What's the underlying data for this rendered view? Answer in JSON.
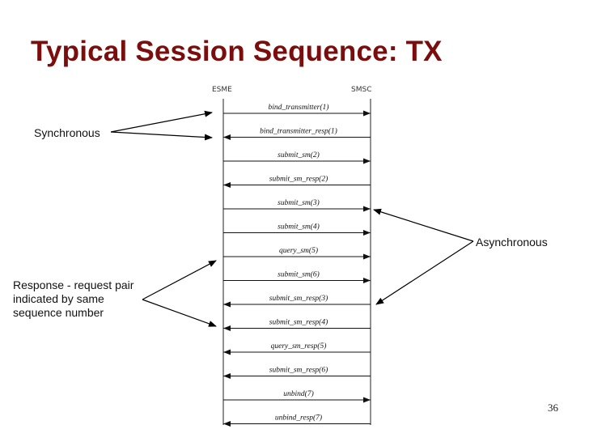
{
  "slide": {
    "title": "Typical Session Sequence: TX",
    "page_number": "36"
  },
  "diagram": {
    "left_lifeline": "ESME",
    "right_lifeline": "SMSC",
    "messages": [
      {
        "label": "bind_transmitter(1)",
        "direction": "to-right"
      },
      {
        "label": "bind_transmitter_resp(1)",
        "direction": "to-left"
      },
      {
        "label": "submit_sm(2)",
        "direction": "to-right"
      },
      {
        "label": "submit_sm_resp(2)",
        "direction": "to-left"
      },
      {
        "label": "submit_sm(3)",
        "direction": "to-right"
      },
      {
        "label": "submit_sm(4)",
        "direction": "to-right"
      },
      {
        "label": "query_sm(5)",
        "direction": "to-right"
      },
      {
        "label": "submit_sm(6)",
        "direction": "to-right"
      },
      {
        "label": "submit_sm_resp(3)",
        "direction": "to-left"
      },
      {
        "label": "submit_sm_resp(4)",
        "direction": "to-left"
      },
      {
        "label": "query_sm_resp(5)",
        "direction": "to-left"
      },
      {
        "label": "submit_sm_resp(6)",
        "direction": "to-left"
      },
      {
        "label": "unbind(7)",
        "direction": "to-right"
      },
      {
        "label": "unbind_resp(7)",
        "direction": "to-left"
      }
    ]
  },
  "annotations": {
    "synchronous": "Synchronous",
    "asynchronous": "Asynchronous",
    "response_request": "Response - request pair indicated by same sequence number"
  }
}
